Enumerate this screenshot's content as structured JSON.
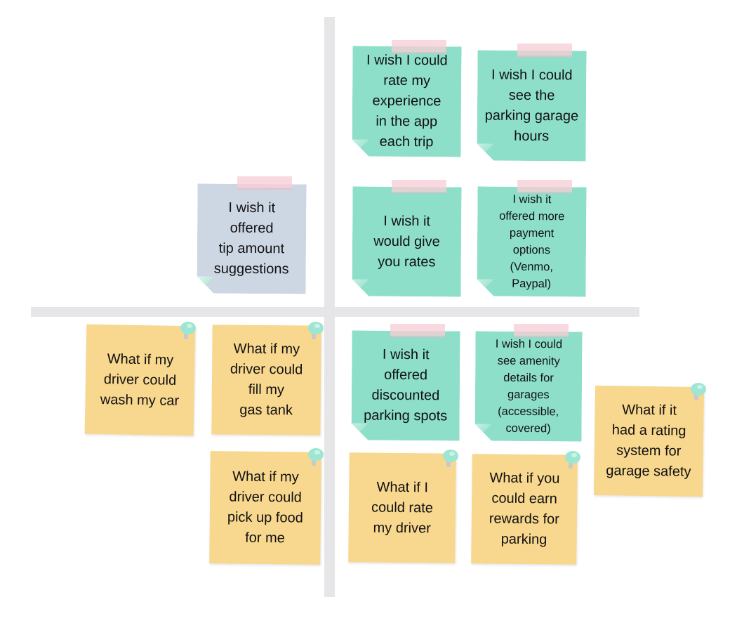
{
  "colors": {
    "teal": "#8ddfca",
    "blue_grey": "#cdd7e4",
    "yellow": "#f8d78e",
    "tape": "#f6ced6",
    "pin": "#9ee6d3",
    "axis": "#e6e6e8"
  },
  "notes": [
    {
      "id": "rate-experience",
      "text": "I wish I could\nrate my\nexperience\nin the app\neach trip",
      "color": "teal"
    },
    {
      "id": "garage-hours",
      "text": "I wish I could\nsee the\nparking garage\nhours",
      "color": "teal"
    },
    {
      "id": "tip-suggestions",
      "text": "I wish it\noffered\ntip amount\nsuggestions",
      "color": "blue_grey"
    },
    {
      "id": "give-rates",
      "text": "I wish it\nwould give\nyou rates",
      "color": "teal"
    },
    {
      "id": "payment-options",
      "text": "I wish it\noffered more\npayment\noptions\n(Venmo,\nPaypal)",
      "color": "teal"
    },
    {
      "id": "wash-car",
      "text": "What if my\ndriver could\nwash my car",
      "color": "yellow"
    },
    {
      "id": "gas-tank",
      "text": "What if my\ndriver could\nfill my\ngas tank",
      "color": "yellow"
    },
    {
      "id": "discounted-spots",
      "text": "I wish it\noffered\ndiscounted\nparking spots",
      "color": "teal"
    },
    {
      "id": "amenity-details",
      "text": "I wish I could\nsee amenity\ndetails for\ngarages\n(accessible,\ncovered)",
      "color": "teal"
    },
    {
      "id": "garage-safety",
      "text": "What if it\nhad a rating\nsystem for\ngarage safety",
      "color": "yellow"
    },
    {
      "id": "pick-up-food",
      "text": "What if my\ndriver could\npick up food\nfor me",
      "color": "yellow"
    },
    {
      "id": "rate-driver",
      "text": "What if I\ncould rate\nmy driver",
      "color": "yellow"
    },
    {
      "id": "earn-rewards",
      "text": "What if you\ncould earn\nrewards for\nparking",
      "color": "yellow"
    }
  ]
}
